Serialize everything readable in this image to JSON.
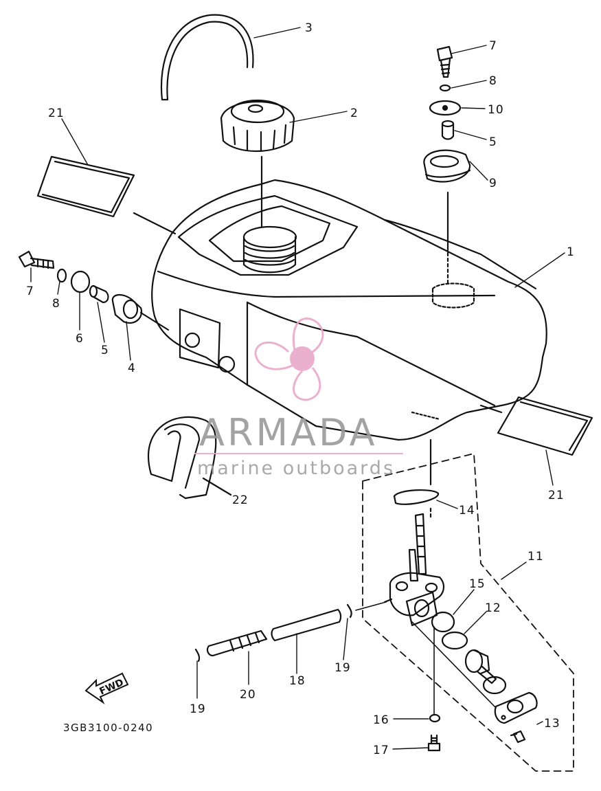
{
  "diagram": {
    "part_numbers": {
      "p1": "1",
      "p2": "2",
      "p3": "3",
      "p4": "4",
      "p5a": "5",
      "p5b": "5",
      "p6": "6",
      "p7a": "7",
      "p7b": "7",
      "p8a": "8",
      "p8b": "8",
      "p9": "9",
      "p10": "10",
      "p11": "11",
      "p12": "12",
      "p13": "13",
      "p14": "14",
      "p15": "15",
      "p16": "16",
      "p17": "17",
      "p18": "18",
      "p19a": "19",
      "p19b": "19",
      "p20": "20",
      "p21a": "21",
      "p21b": "21",
      "p22": "22"
    },
    "direction_label": "FWD",
    "drawing_code": "3GB3100-0240"
  },
  "watermark": {
    "brand": "ARMADA",
    "tagline": "marine outboards",
    "logo_color": "#e8a8c8",
    "text_color": "#9a9a9a"
  }
}
